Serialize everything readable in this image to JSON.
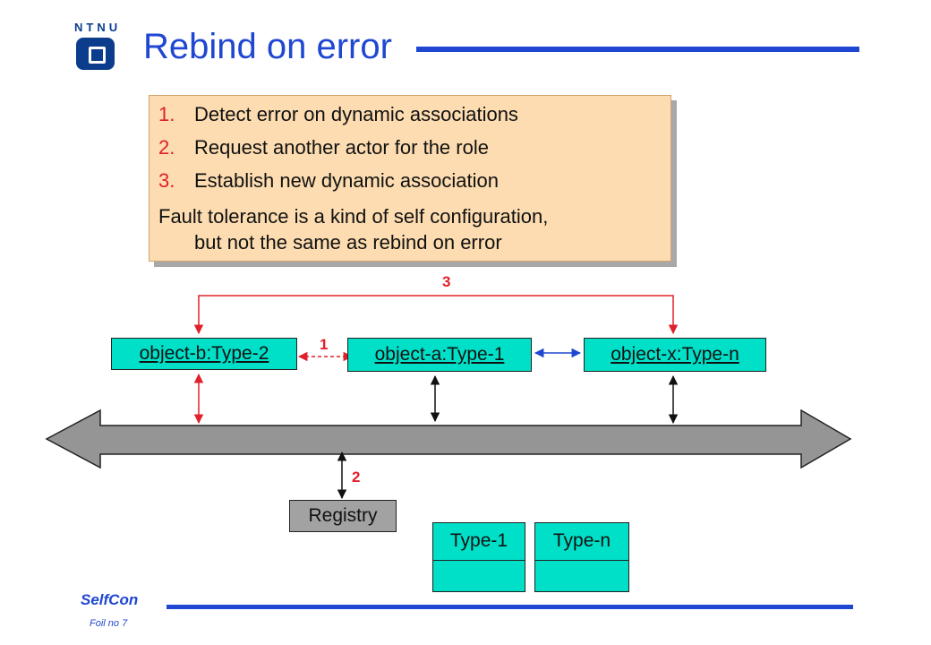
{
  "logo": {
    "text": "NTNU"
  },
  "title": "Rebind on error",
  "note": {
    "items": [
      {
        "num": "1.",
        "text": "Detect error on dynamic associations"
      },
      {
        "num": "2.",
        "text": "Request another actor for the role"
      },
      {
        "num": "3.",
        "text": "Establish new dynamic association"
      }
    ],
    "line1": "Fault tolerance is a kind of self configuration,",
    "line2": "but not the same as rebind on error"
  },
  "diagram": {
    "object_b": "object-b:Type-2",
    "object_a": "object-a:Type-1",
    "object_x": "object-x:Type-n",
    "registry": "Registry",
    "class_1": "Type-1",
    "class_n": "Type-n",
    "marker_1": "1",
    "marker_2": "2",
    "marker_3": "3"
  },
  "colors": {
    "accent": "#1f47d1",
    "error_red": "#e0202a",
    "object_fill": "#00e0c8",
    "bus_fill": "#959595",
    "note_fill": "#fcdcb0"
  },
  "footer": {
    "title": "SelfCon",
    "subtitle": "Foil no 7"
  }
}
